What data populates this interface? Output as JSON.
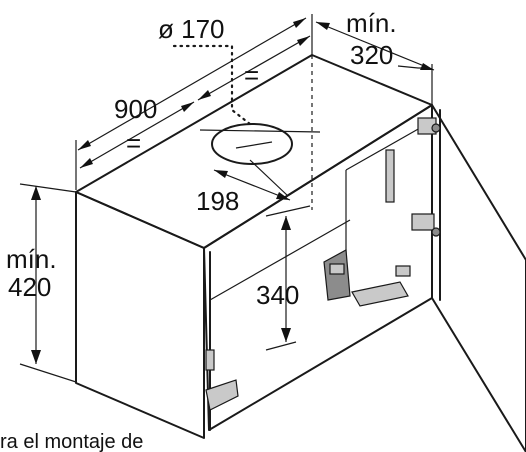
{
  "dimensions": {
    "duct_diameter": "ø 170",
    "depth_min_label": "mín.",
    "depth_min_value": "320",
    "width": "900",
    "equal_top": "=",
    "equal_side": "=",
    "duct_offset": "198",
    "height_min_label": "mín.",
    "height_min_value": "420",
    "inner_height": "340"
  },
  "caption": "ra el montaje de"
}
